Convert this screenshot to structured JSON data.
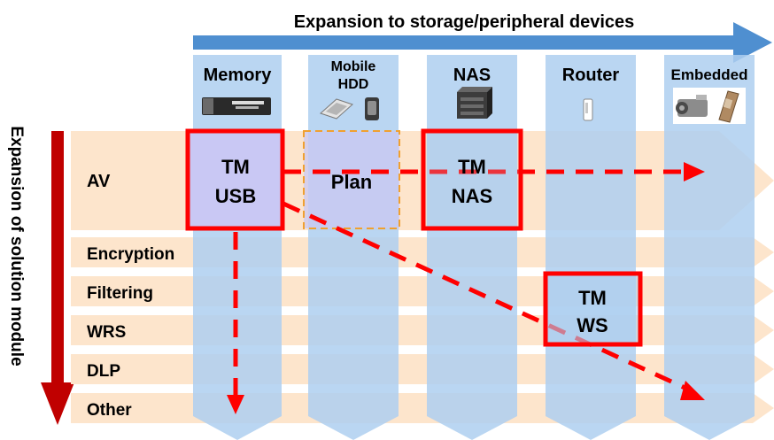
{
  "title_top": "Expansion to storage/peripheral devices",
  "title_side": "Expansion of solution module",
  "columns": [
    {
      "label_lines": [
        "Memory"
      ],
      "icon": "usb-memory-stick-icon"
    },
    {
      "label_lines": [
        "Mobile",
        "HDD"
      ],
      "icon": "portable-hard-drive-icon"
    },
    {
      "label_lines": [
        "NAS"
      ],
      "icon": "nas-server-icon"
    },
    {
      "label_lines": [
        "Router"
      ],
      "icon": "router-icon"
    },
    {
      "label_lines": [
        "Embedded"
      ],
      "icon": "camera-and-phone-icon"
    }
  ],
  "rows": [
    "AV",
    "Encryption",
    "Filtering",
    "WRS",
    "DLP",
    "Other"
  ],
  "boxes": {
    "tm_usb": [
      "TM",
      "USB"
    ],
    "plan": "Plan",
    "tm_nas": [
      "TM",
      "NAS"
    ],
    "tm_ws": [
      "TM",
      "WS"
    ]
  },
  "colors": {
    "column": "#aecff0",
    "row_band": "#fde5cc",
    "top_arrow": "#4f8fd0",
    "side_arrow": "#c00000",
    "highlight_box": "#ff0000",
    "plan_border": "#f0a030",
    "box_fill": "#c9c8f4"
  }
}
